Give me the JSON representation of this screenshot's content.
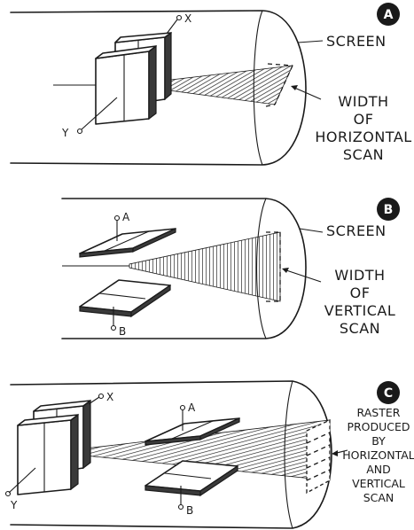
{
  "panel_a": {
    "badge": "A",
    "plate_x": "X",
    "plate_y": "Y",
    "screen_label": "SCREEN",
    "note": [
      "WIDTH",
      "OF",
      "HORIZONTAL",
      "SCAN"
    ]
  },
  "panel_b": {
    "badge": "B",
    "plate_a": "A",
    "plate_b": "B",
    "screen_label": "SCREEN",
    "note": [
      "WIDTH",
      "OF",
      "VERTICAL",
      "SCAN"
    ]
  },
  "panel_c": {
    "badge": "C",
    "plate_x": "X",
    "plate_y": "Y",
    "plate_a": "A",
    "plate_b": "B",
    "note": [
      "RASTER",
      "PRODUCED",
      "BY",
      "HORIZONTAL",
      "AND",
      "VERTICAL",
      "SCAN"
    ]
  }
}
